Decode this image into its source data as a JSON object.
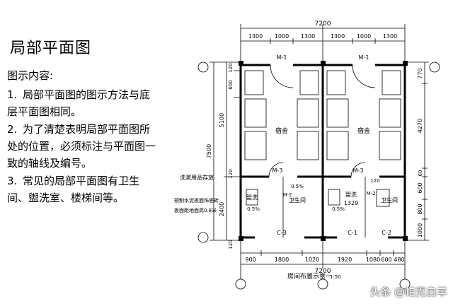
{
  "slide": {
    "title": "局部平面图",
    "subtitle": "图示内容:",
    "points": [
      {
        "num": "1.",
        "text": "局部平面图的图示方法与底层平面图相同。"
      },
      {
        "num": "2.",
        "text": "为了清楚表明局部平面图所处的位置，必须标注与平面图一致的轴线及编号。"
      },
      {
        "num": "3.",
        "text": "常见的局部平面图有卫生间、盥洗室、楼梯间等。"
      }
    ]
  },
  "drawing": {
    "top_total": "7200",
    "top_dims": [
      "1300",
      "1000",
      "1300",
      "1300",
      "1000",
      "1300"
    ],
    "bottom_dims": [
      "900",
      "1800",
      "1020",
      "1920",
      "1080",
      "600",
      "480"
    ],
    "bottom_total": "7200",
    "left_total": "7500",
    "left_upper": "5100",
    "left_lower": "2400",
    "left_small": [
      "120",
      "600",
      "120",
      "120"
    ],
    "right_dims": [
      "770",
      "4270",
      "60",
      "600",
      "800",
      "1000"
    ],
    "rooms": [
      "宿舍",
      "宿舍",
      "卫生间",
      "盥洗",
      "卫生间",
      "盥洗"
    ],
    "room_dims": [
      "1329",
      "120"
    ],
    "doors": [
      "M-1",
      "M-1",
      "M-3",
      "M-3",
      "M-2",
      "M-2"
    ],
    "windows": [
      "C-3",
      "C-1",
      "C-2"
    ],
    "slopes": [
      "0.5%",
      "0.5%",
      "0.5%"
    ],
    "notes": [
      "洗漱用品存放",
      "预制水泥板面饰瓷砖",
      "板面距地面高0.8米"
    ],
    "caption": "房间布置示意一",
    "scale": "1:50"
  },
  "watermark": "头条 @帕克白羊"
}
